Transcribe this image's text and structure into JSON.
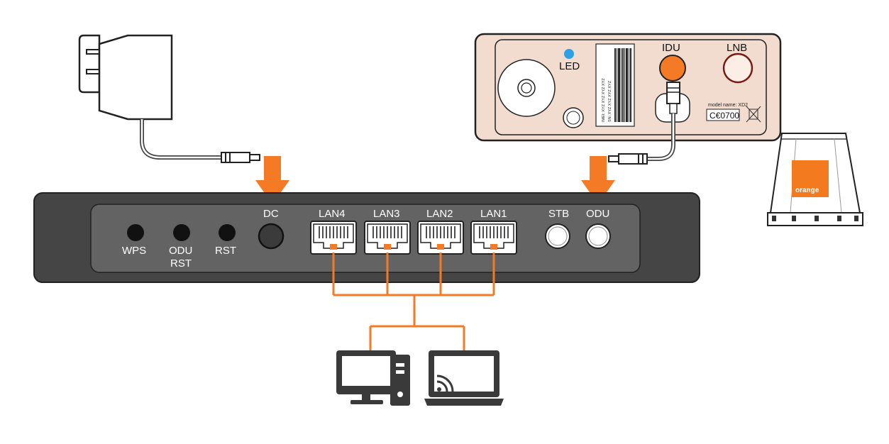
{
  "router": {
    "buttons": [
      "WPS",
      "ODU",
      "RST"
    ],
    "odu_second_line": "RST",
    "power_port": "DC",
    "lan_ports": [
      "LAN4",
      "LAN3",
      "LAN2",
      "LAN1"
    ],
    "coax_ports": [
      "STB",
      "ODU"
    ]
  },
  "outdoor_unit": {
    "led_label": "LED",
    "idu_label": "IDU",
    "lnb_label": "LNB",
    "model_name": "model name: XD2",
    "ce_mark": "C€0700",
    "imei_text": "IMEI: XYZ XYZ XYZ XYZ",
    "sn_text": "SN: XYZ XYZ XYZ XYZ"
  },
  "brand": {
    "logo_text": "orange",
    "accent": "#f47a26",
    "logo_color": "#f47a20"
  },
  "colors": {
    "router_body": "#454545",
    "router_panel": "#636363",
    "odu_panel": "#f2dccf",
    "arrow": "#f47a26",
    "cable": "#f47a26",
    "device_fill": "#3a3a3a"
  }
}
